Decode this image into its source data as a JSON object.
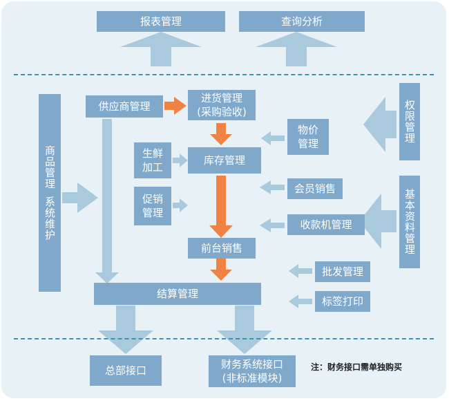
{
  "top_boxes": {
    "report": "报表管理",
    "query": "查询分析"
  },
  "left_box": {
    "line1": "商品管理",
    "line2": "系统维护"
  },
  "center": {
    "supplier": "供应商管理",
    "purchase": "进货管理\n(采购验收)",
    "fresh": "生鲜\n加工",
    "inventory": "库存管理",
    "promotion": "促销\n管理",
    "frontsale": "前台销售",
    "settlement": "结算管理"
  },
  "right_boxes": {
    "price": "物价\n管理",
    "member": "会员销售",
    "cashier": "收款机管理",
    "wholesale": "批发管理",
    "label": "标签打印",
    "permission": "权限管理",
    "basic": "基本资料管理"
  },
  "bottom_boxes": {
    "hq": "总部接口",
    "finance": "财务系统接口\n(非标准模块)"
  },
  "note": "注：财务接口需单独购买",
  "colors": {
    "panel": "#e8f1f6",
    "box": "#7fa8cb",
    "light_arrow": "#a9c9dc",
    "orange_arrow": "#f08244",
    "divider": "#3f91b4"
  }
}
